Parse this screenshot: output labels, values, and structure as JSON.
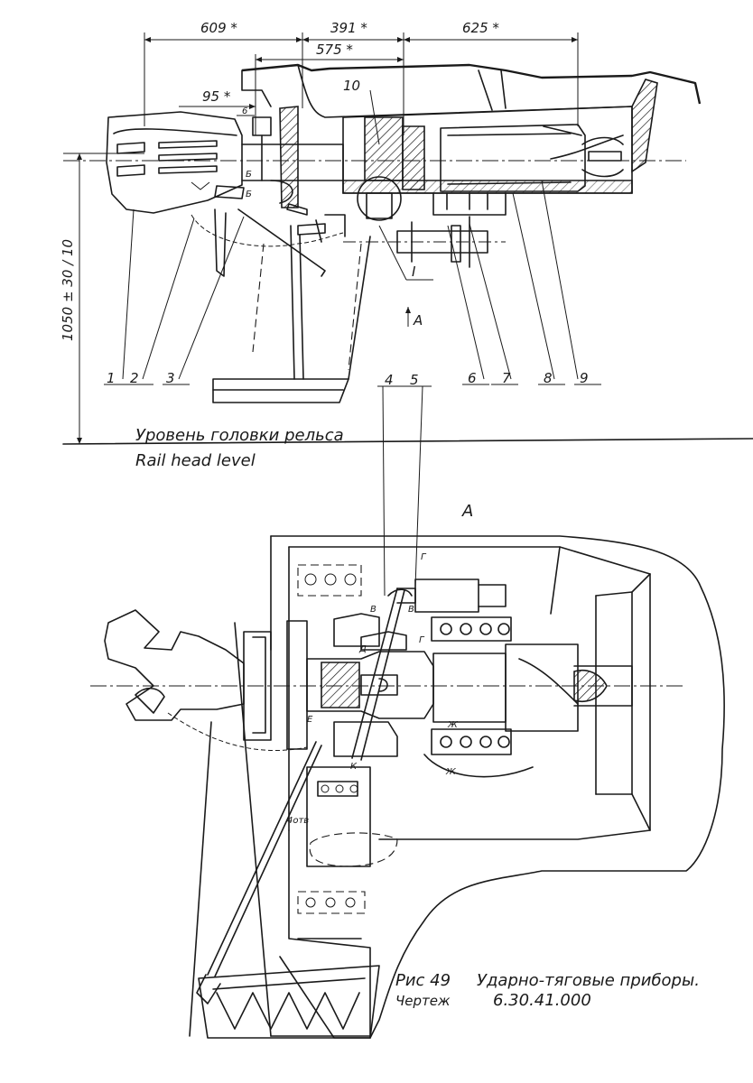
{
  "dimensions": {
    "d609": "609 *",
    "d391": "391 *",
    "d625": "625 *",
    "d575": "575 *",
    "d95": "95 *",
    "d6": "6",
    "height": "1050 ± 30 / 10"
  },
  "callouts": [
    "1",
    "2",
    "3",
    "4",
    "5",
    "6",
    "7",
    "8",
    "9",
    "10"
  ],
  "section_marker": "I",
  "view_arrow_label": "A",
  "rail_level": {
    "ru": "Уровень головки рельса",
    "en": "Rail head level"
  },
  "view_title": "A",
  "section_letters": {
    "b_top": "Б",
    "b_bottom": "Б",
    "v_left": "В",
    "v_right": "В",
    "g_top": "Г",
    "g_bottom": "Г",
    "d": "Д",
    "e": "Е",
    "zh_top": "Ж",
    "zh_bottom": "Ж",
    "k": "К",
    "note_small": "4отв"
  },
  "caption": {
    "fig_label": "Рис 49",
    "fig_title": "Ударно-тяговые приборы.",
    "drawing_label": "Чертеж",
    "drawing_number": "6.30.41.000"
  }
}
